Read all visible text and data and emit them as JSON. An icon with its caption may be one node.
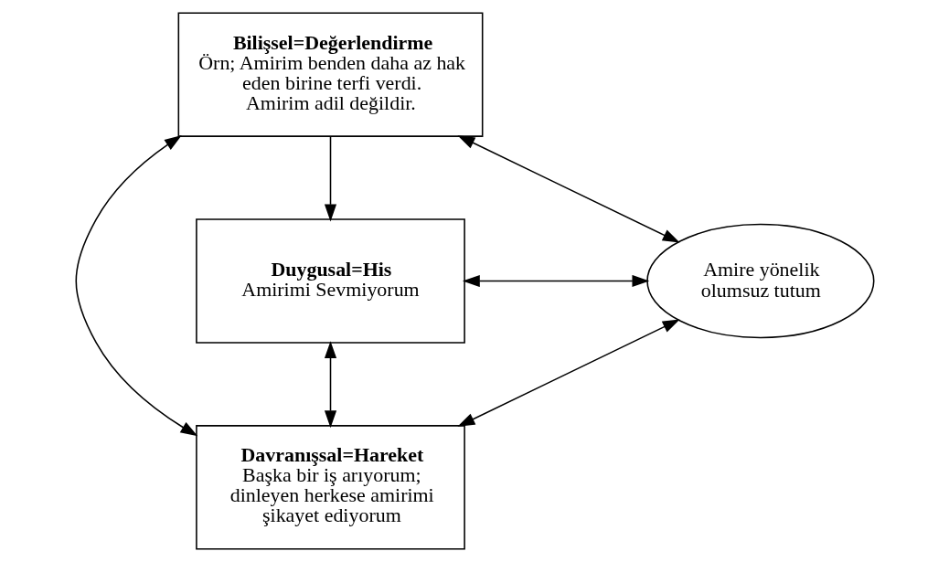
{
  "diagram": {
    "nodes": [
      {
        "text": [
          "Bilişsel=Değerlendirme",
          "Örn; Amirim benden daha az hak eden birine terfi verdi. Amirim adil değildir."
        ]
      },
      {
        "text": [
          "Duygusal=His",
          "Amirimi Sevmiyorum"
        ]
      },
      {
        "text": [
          "Davranışsal=Hareket",
          "Başka bir iş arıyorum; dinleyen herkese amirimi şikayet ediyorum"
        ]
      },
      {
        "text": [
          "Amire yönelik olumsuz tutum"
        ]
      }
    ],
    "edges": [
      {
        "from": 0,
        "to": 1,
        "arrow": "to"
      },
      {
        "from": 1,
        "to": 2,
        "arrow": "both"
      },
      {
        "from": 0,
        "to": 2,
        "arrow": "both"
      },
      {
        "from": 0,
        "to": 3,
        "arrow": "both"
      },
      {
        "from": 1,
        "to": 3,
        "arrow": "both"
      },
      {
        "from": 2,
        "to": 3,
        "arrow": "both"
      }
    ]
  }
}
